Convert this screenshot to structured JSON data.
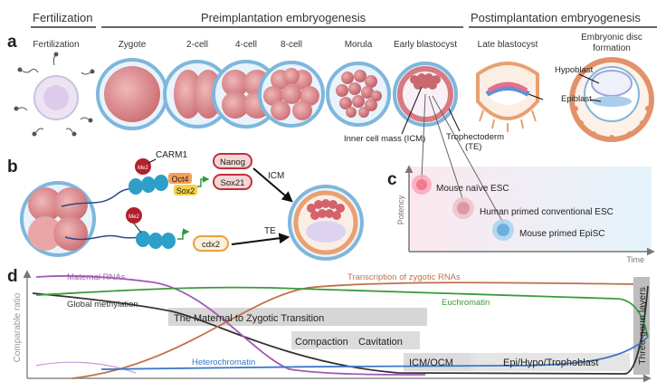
{
  "stage_headers": {
    "fertilization": "Fertilization",
    "preimplantation": "Preimplantation embryogenesis",
    "postimplantation": "Postimplantation embryogenesis"
  },
  "panel_letters": {
    "a": "a",
    "b": "b",
    "c": "c",
    "d": "d"
  },
  "panel_a": {
    "stages": [
      "Fertilization",
      "Zygote",
      "2-cell",
      "4-cell",
      "8-cell",
      "Morula",
      "Early blastocyst",
      "Late blastocyst"
    ],
    "disc_label": [
      "Embryonic disc",
      "formation"
    ],
    "annotations": {
      "icm": "Inner cell mass (ICM)",
      "te": [
        "Trophectoderm",
        "(TE)"
      ],
      "hypoblast": "Hypoblast",
      "epiblast": "Epiblast"
    }
  },
  "panel_b": {
    "carm1": "CARM1",
    "me2": "Me2",
    "oct4": "Oct4",
    "sox2": "Sox2",
    "nanog": "Nanog",
    "sox21": "Sox21",
    "cdx2": "cdx2",
    "icm": "ICM",
    "te": "TE"
  },
  "panel_c": {
    "ylabel": "Potency",
    "xlabel": "Time",
    "cells": [
      "Mouse naïve ESC",
      "Human primed conventional ESC",
      "Mouse primed EpiSC"
    ]
  },
  "panel_d": {
    "ylabel": "Comparable ratio",
    "curves": {
      "maternal": "Maternal RNAs",
      "zygotic": "Transcription of zygotic RNAs",
      "methylation": "Global methylation",
      "euchromatin": "Euchromatin",
      "heterochromatin": "Heterochromatin"
    },
    "phases": {
      "mzt": "The Maternal to Zygotic Transition",
      "compaction": "Compaction",
      "cavitation": "Cavitation",
      "icm_ocm": "ICM/OCM",
      "epi": "Epi/Hypo/Trophoblast",
      "germ": "Three-germ layers"
    }
  },
  "colors": {
    "maternal": "#a05ab4",
    "zygotic": "#c0704a",
    "methylation": "#333333",
    "euchromatin": "#3c9a3c",
    "heterochromatin": "#3a78c8",
    "phase_bar": "#d0d0d0",
    "cell_pink": "#d9868a",
    "zona": "#7fb6dc"
  }
}
